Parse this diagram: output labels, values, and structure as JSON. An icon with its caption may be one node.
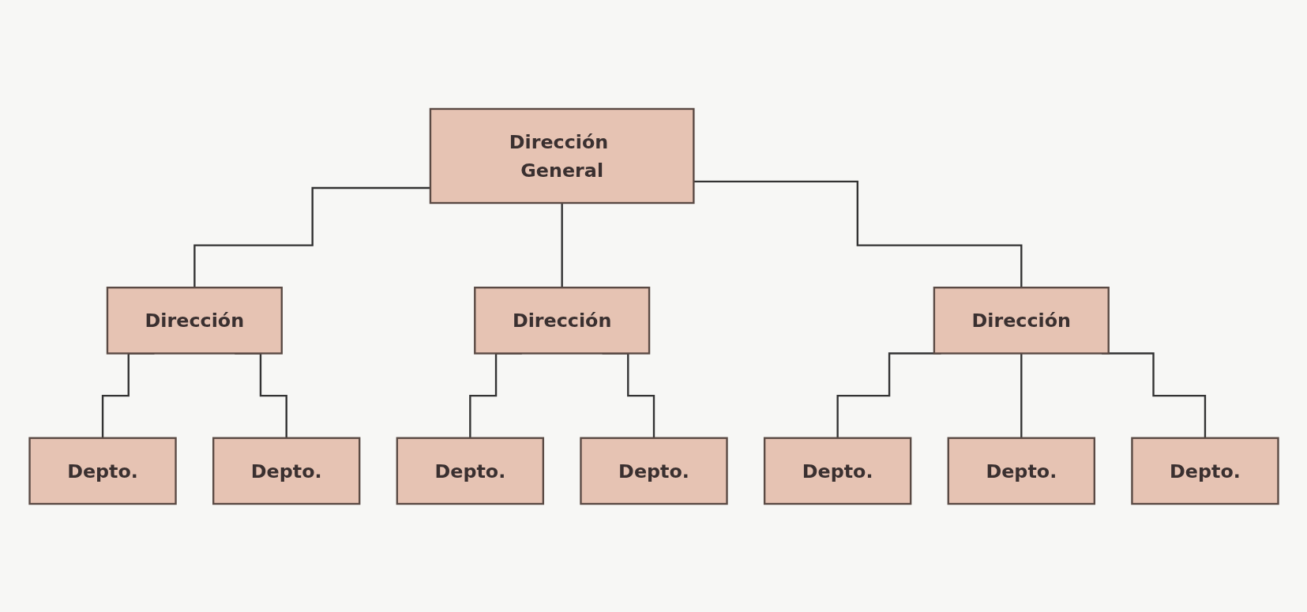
{
  "diagram": {
    "nodes": [
      {
        "text": [
          "Dirección General"
        ]
      },
      {
        "text": [
          "Dirección"
        ]
      },
      {
        "text": [
          "Dirección"
        ]
      },
      {
        "text": [
          "Dirección"
        ]
      },
      {
        "text": [
          "Depto."
        ]
      },
      {
        "text": [
          "Depto."
        ]
      },
      {
        "text": [
          "Depto."
        ]
      },
      {
        "text": [
          "Depto."
        ]
      },
      {
        "text": [
          "Depto."
        ]
      },
      {
        "text": [
          "Depto."
        ]
      },
      {
        "text": [
          "Depto."
        ]
      }
    ],
    "edges": [
      {
        "from": 0,
        "to": 1,
        "arrow": "none"
      },
      {
        "from": 0,
        "to": 2,
        "arrow": "none"
      },
      {
        "from": 0,
        "to": 3,
        "arrow": "none"
      },
      {
        "from": 1,
        "to": 4,
        "arrow": "none"
      },
      {
        "from": 1,
        "to": 5,
        "arrow": "none"
      },
      {
        "from": 2,
        "to": 6,
        "arrow": "none"
      },
      {
        "from": 2,
        "to": 7,
        "arrow": "none"
      },
      {
        "from": 3,
        "to": 8,
        "arrow": "none"
      },
      {
        "from": 3,
        "to": 9,
        "arrow": "none"
      },
      {
        "from": 3,
        "to": 10,
        "arrow": "none"
      }
    ]
  }
}
